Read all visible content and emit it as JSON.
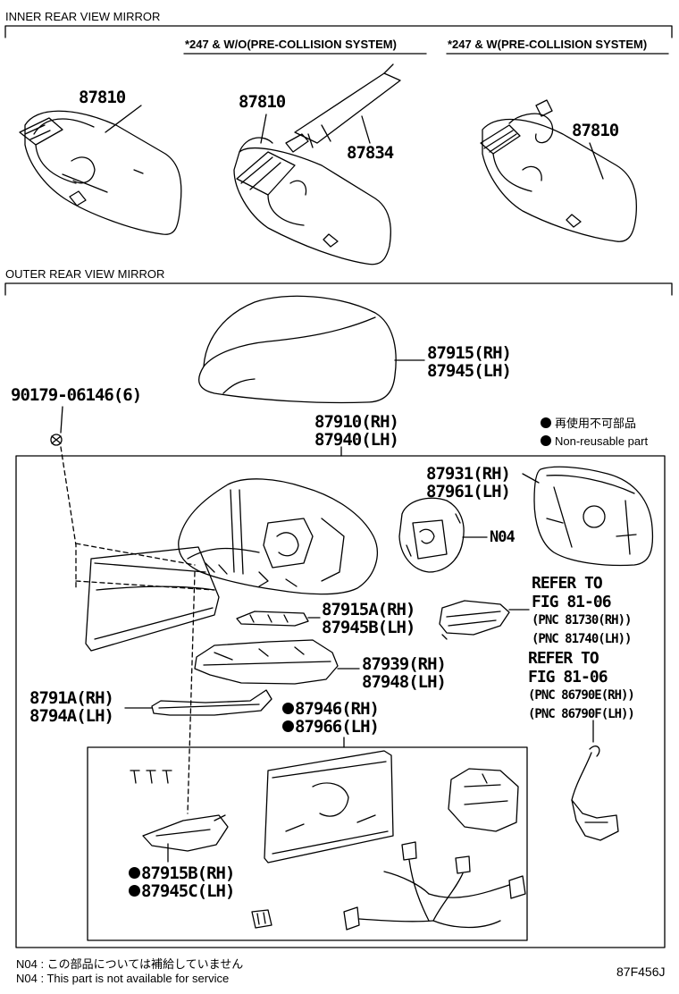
{
  "sections": {
    "inner": "INNER REAR VIEW MIRROR",
    "outer": "OUTER REAR VIEW MIRROR"
  },
  "conditions": {
    "without_pcs": "*247 & W/O(PRE-COLLISION SYSTEM)",
    "with_pcs": "*247 & W(PRE-COLLISION SYSTEM)"
  },
  "parts": {
    "p87810_a": "87810",
    "p87810_b": "87810",
    "p87834": "87834",
    "p87810_c": "87810",
    "cover_rh": "87915(RH)",
    "cover_lh": "87945(LH)",
    "bolt": "90179-06146(6)",
    "assy_rh": "87910(RH)",
    "assy_lh": "87940(LH)",
    "mirror_rh": "87931(RH)",
    "mirror_lh": "87961(LH)",
    "n04": "N04",
    "cover_a_rh": "87915A(RH)",
    "cover_b_lh": "87945B(LH)",
    "p87939_rh": "87939(RH)",
    "p87948_lh": "87948(LH)",
    "p8791a_rh": "8791A(RH)",
    "p8794a_lh": "8794A(LH)",
    "p87946_rh": "87946(RH)",
    "p87966_lh": "87966(LH)",
    "p87915b_rh": "87915B(RH)",
    "p87945c_lh": "87945C(LH)"
  },
  "refs": {
    "ref1_line1": "REFER TO",
    "ref1_line2": "FIG 81-06",
    "ref1_pnc1": "(PNC 81730(RH))",
    "ref1_pnc2": "(PNC 81740(LH))",
    "ref2_line1": "REFER TO",
    "ref2_line2": "FIG 81-06",
    "ref2_pnc1": "(PNC 86790E(RH))",
    "ref2_pnc2": "(PNC 86790F(LH))"
  },
  "legend": {
    "jp": "再使用不可部品",
    "en": "Non-reusable part"
  },
  "notes": {
    "jp": "N04 : この部品については補給していません",
    "en": "N04 : This part is not available for service"
  },
  "figure_id": "87F456J",
  "colors": {
    "ink": "#000000",
    "paper": "#ffffff"
  }
}
